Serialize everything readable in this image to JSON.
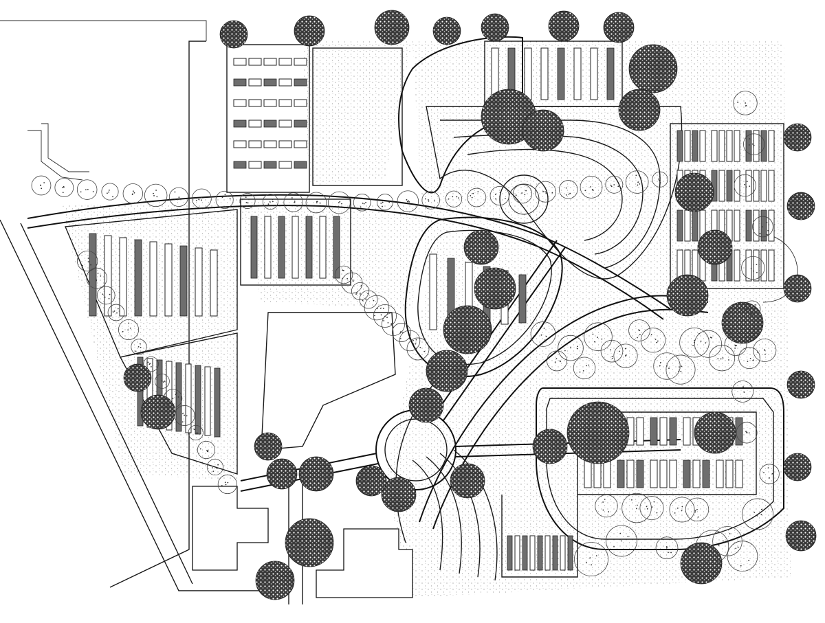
{
  "drawing": {
    "type": "site-plan",
    "style": "monochrome ink",
    "colors": {
      "ink": "#1a1a1a",
      "paper": "#ffffff",
      "foliage": "#2b2b2b"
    },
    "zones": [
      {
        "id": "north-garden",
        "rows": 6
      },
      {
        "id": "west-fields",
        "rows": 9
      },
      {
        "id": "central-lawn",
        "rows": 7
      },
      {
        "id": "north-crescent",
        "rows": 6
      },
      {
        "id": "east-blocks",
        "rows": 4
      },
      {
        "id": "southeast-court",
        "rows": 5
      },
      {
        "id": "central-circle",
        "rows": 0
      },
      {
        "id": "south-buildings",
        "rows": 0
      }
    ]
  }
}
